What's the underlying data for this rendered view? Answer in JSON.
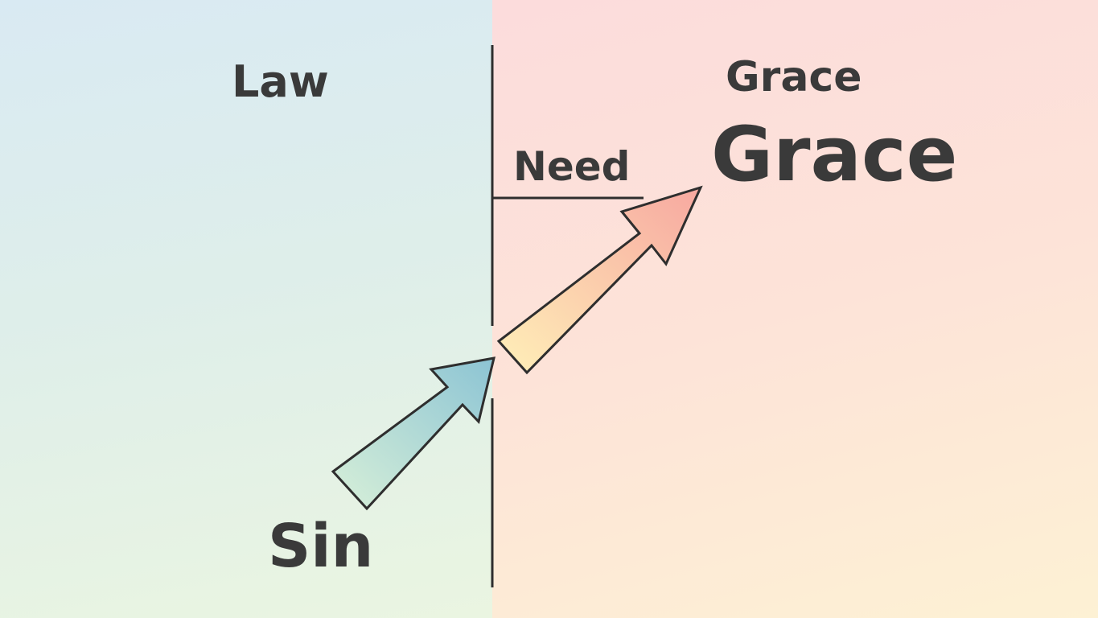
{
  "diagram": {
    "left_region": {
      "label": "Law",
      "color": "#d9eaf3"
    },
    "right_region": {
      "label": "Grace",
      "color": "#fcdcdc"
    },
    "labels": {
      "law": "Law",
      "grace_small": "Grace",
      "grace_big": "Grace",
      "need": "Need",
      "sin": "Sin"
    },
    "arrows": [
      {
        "from": "Sin",
        "to": "Law boundary",
        "color": "#9fd0d3"
      },
      {
        "from": "Law boundary",
        "to": "Grace",
        "color": "#f7b3a8"
      }
    ],
    "colors": {
      "text": "#3a3a3a",
      "line": "#2e2e2e"
    }
  }
}
